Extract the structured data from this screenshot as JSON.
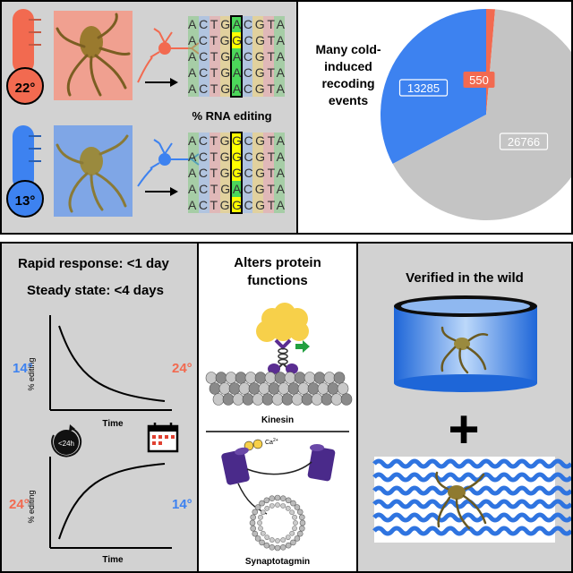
{
  "panel_temperature": {
    "warm_temp": "22°",
    "cold_temp": "13°",
    "caption": "% RNA editing",
    "warm_sequences": [
      "ACTGACGTA",
      "ACTGGCGTA",
      "ACTGACGTA",
      "ACTGACGTA",
      "ACTGACGTA"
    ],
    "cold_sequences": [
      "ACTGGCGTA",
      "ACTGGCGTA",
      "ACTGGCGTA",
      "ACTGACGTA",
      "ACTGGCGTA"
    ],
    "colors": {
      "warm": "#f26a50",
      "cold": "#3d82f0",
      "highlight": "#ffff00",
      "edited": "#4cd65a"
    }
  },
  "panel_pie": {
    "title_lines": [
      "Many cold-",
      "induced",
      "recoding",
      "events"
    ],
    "slices": [
      {
        "label": "13285",
        "value": 13285,
        "color": "#3d82f0"
      },
      {
        "label": "550",
        "value": 550,
        "color": "#f26a50"
      },
      {
        "label": "26766",
        "value": 26766,
        "color": "#c4c4c4"
      }
    ]
  },
  "panel_kinetics": {
    "line1": "Rapid response: <1 day",
    "line2": "Steady state: <4 days",
    "top_left_temp": "14°",
    "top_right_temp": "24°",
    "bottom_left_temp": "24°",
    "bottom_right_temp": "14°",
    "ylabel": "% editing",
    "xlabel": "Time",
    "clock_label": "<24h",
    "colors": {
      "cold": "#3d82f0",
      "warm": "#f26a50"
    }
  },
  "panel_protein": {
    "title_lines": [
      "Alters protein",
      "functions"
    ],
    "kinesin_label": "Kinesin",
    "calcium_label": "Ca",
    "calcium_sup": "2+",
    "synaptotagmin_label": "Synaptotagmin"
  },
  "panel_wild": {
    "title": "Verified in the wild",
    "plus": "+"
  }
}
